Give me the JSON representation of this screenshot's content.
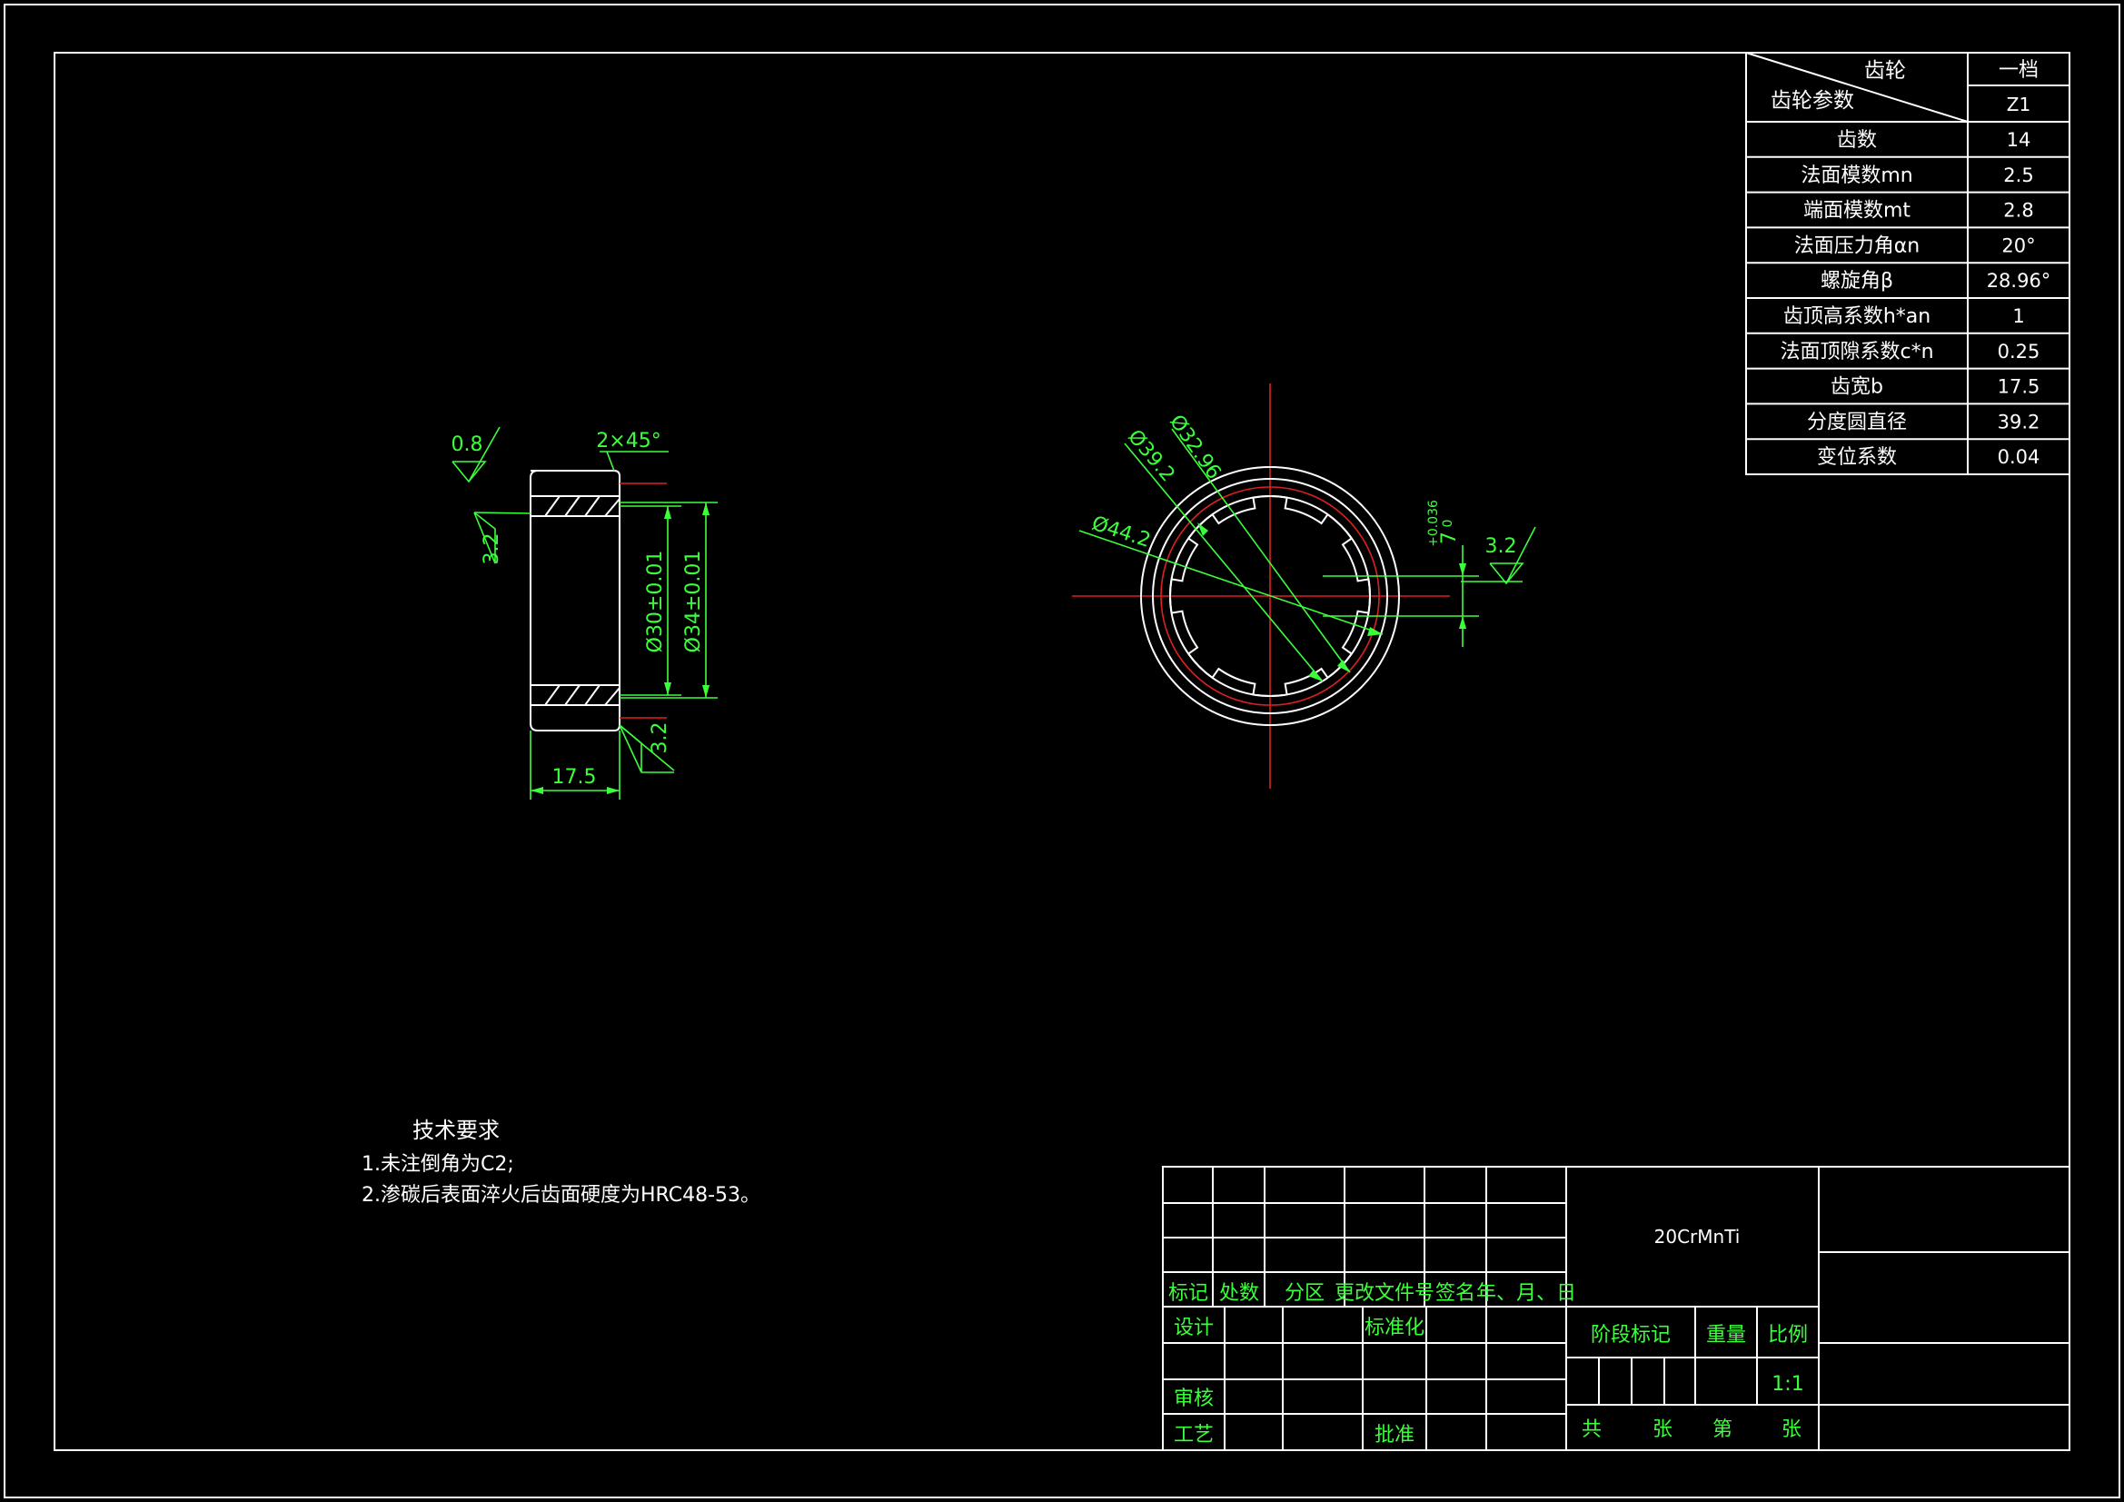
{
  "drawing": {
    "gear_table": {
      "corner_top": "齿轮",
      "corner_bottom": "齿轮参数",
      "header_value": "一档",
      "header_symbol": "Z1",
      "rows": [
        {
          "label": "齿数",
          "value": "14"
        },
        {
          "label": "法面模数mn",
          "value": "2.5"
        },
        {
          "label": "端面模数mt",
          "value": "2.8"
        },
        {
          "label": "法面压力角αn",
          "value": "20°"
        },
        {
          "label": "螺旋角β",
          "value": "28.96°"
        },
        {
          "label": "齿顶高系数h*an",
          "value": "1"
        },
        {
          "label": "法面顶隙系数c*n",
          "value": "0.25"
        },
        {
          "label": "齿宽b",
          "value": "17.5"
        },
        {
          "label": "分度圆直径",
          "value": "39.2"
        },
        {
          "label": "变位系数",
          "value": "0.04"
        }
      ]
    },
    "side_view": {
      "roughness_top": "0.8",
      "chamfer": "2×45°",
      "roughness_left": "3.2",
      "dim_inner": "Ø30±0.01",
      "dim_outer": "Ø34±0.01",
      "roughness_bottom": "3.2",
      "dim_width": "17.5"
    },
    "front_view": {
      "dia_pitch": "Ø39.2",
      "dia_root": "Ø32.96",
      "dia_outer": "Ø44.2",
      "keyway": "7",
      "keyway_tol_upper": "+0.036",
      "keyway_tol_lower": "0",
      "roughness": "3.2"
    },
    "notes": {
      "title": "技术要求",
      "items": [
        "1.未注倒角为C2;",
        "2.渗碳后表面淬火后齿面硬度为HRC48-53。"
      ]
    },
    "title_block": {
      "material": "20CrMnTi",
      "rev_headers": [
        "标记",
        "处数",
        "分区",
        "更改文件号",
        "签名",
        "年、月、日"
      ],
      "design": "设计",
      "standardize": "标准化",
      "review": "审核",
      "process": "工艺",
      "approve": "批准",
      "stage_mark": "阶段标记",
      "weight": "重量",
      "scale": "比例",
      "scale_value": "1:1",
      "sheets_total": "共",
      "sheets_unit": "张",
      "sheet_no": "第",
      "sheet_unit2": "张"
    }
  }
}
